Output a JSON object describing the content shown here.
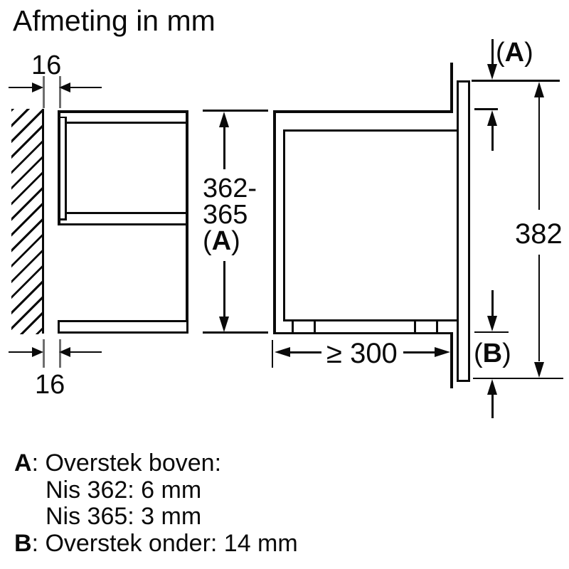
{
  "title": "Afmeting in mm",
  "colors": {
    "line": "#0a0a0a",
    "extension_line": "#6e6e6e",
    "background": "#ffffff"
  },
  "dimensions": {
    "wall_gap_top": "16",
    "wall_gap_bottom": "16",
    "niche_height": {
      "value_line1": "362-",
      "value_line2": "365",
      "label": {
        "open": "(",
        "key": "A",
        "close": ")"
      }
    },
    "overhang_top_label": {
      "open": "(",
      "key": "A",
      "close": ")"
    },
    "front_height": "382",
    "min_depth": "≥ 300",
    "overhang_bottom_label": {
      "open": "(",
      "key": "B",
      "close": ")"
    }
  },
  "legend": {
    "a": {
      "key": "A",
      "text": ": Overstek boven:",
      "sub": [
        "Nis 362: 6 mm",
        "Nis 365: 3 mm"
      ]
    },
    "b": {
      "key": "B",
      "text": ": Overstek onder: 14 mm"
    }
  }
}
